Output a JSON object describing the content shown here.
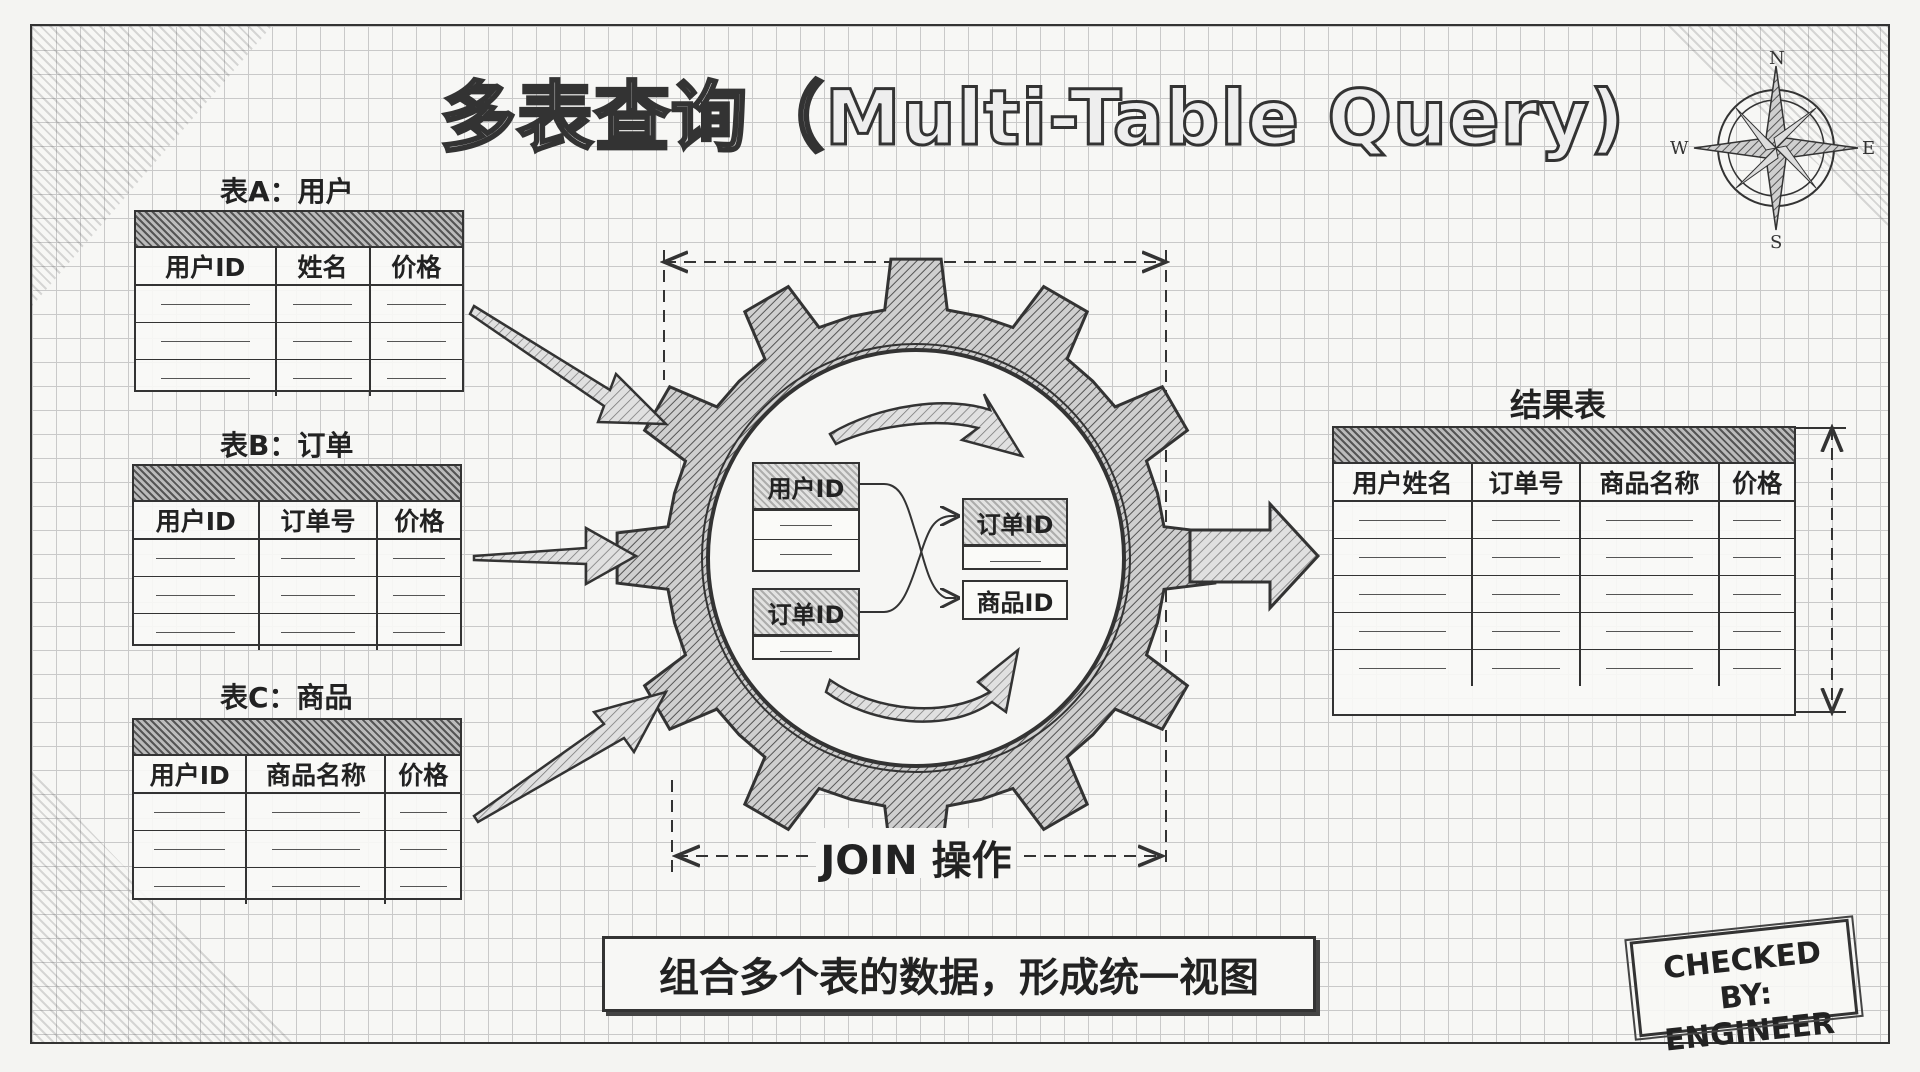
{
  "title": "多表查询（Multi-Table Query)",
  "tables": [
    {
      "label": "表A：用户",
      "columns": [
        "用户ID",
        "姓名",
        "价格"
      ],
      "rows": 3
    },
    {
      "label": "表B：订单",
      "columns": [
        "用户ID",
        "订单号",
        "价格"
      ],
      "rows": 3
    },
    {
      "label": "表C：商品",
      "columns": [
        "用户ID",
        "商品名称",
        "价格"
      ],
      "rows": 3
    }
  ],
  "gear": {
    "left_boxes": [
      "用户ID",
      "订单ID"
    ],
    "right_boxes": [
      "订单ID",
      "商品ID"
    ]
  },
  "join_label": "JOIN 操作",
  "result": {
    "label": "结果表",
    "columns": [
      "用户姓名",
      "订单号",
      "商品名称",
      "价格"
    ],
    "rows": 5
  },
  "caption": "组合多个表的数据，形成统一视图",
  "stamp": {
    "line1": "CHECKED BY:",
    "line2": "ENGINEER"
  },
  "compass": {
    "n": "N",
    "s": "S",
    "e": "E",
    "w": "W"
  },
  "colors": {
    "ink": "#333333",
    "grid": "#c9c9c9",
    "paper": "#f7f7f5"
  }
}
